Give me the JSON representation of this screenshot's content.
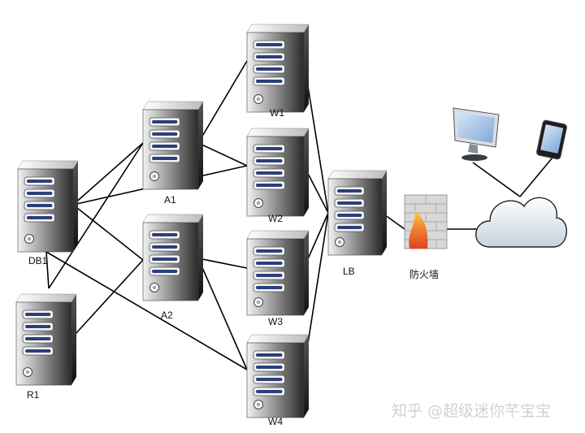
{
  "nodes": [
    {
      "id": "DB1",
      "label": "DB1",
      "type": "server"
    },
    {
      "id": "R1",
      "label": "R1",
      "type": "server"
    },
    {
      "id": "A1",
      "label": "A1",
      "type": "server"
    },
    {
      "id": "A2",
      "label": "A2",
      "type": "server"
    },
    {
      "id": "W1",
      "label": "W1",
      "type": "server"
    },
    {
      "id": "W2",
      "label": "W2",
      "type": "server"
    },
    {
      "id": "W3",
      "label": "W3",
      "type": "server"
    },
    {
      "id": "W4",
      "label": "W4",
      "type": "server"
    },
    {
      "id": "LB",
      "label": "LB",
      "type": "server"
    },
    {
      "id": "FW",
      "label": "防火墙",
      "type": "firewall"
    },
    {
      "id": "CLOUD",
      "label": "",
      "type": "cloud"
    },
    {
      "id": "MONITOR",
      "label": "",
      "type": "monitor"
    },
    {
      "id": "PHONE",
      "label": "",
      "type": "phone"
    }
  ],
  "edges": [
    [
      "DB1",
      "A1"
    ],
    [
      "DB1",
      "W2"
    ],
    [
      "DB1",
      "A2"
    ],
    [
      "DB1",
      "R1"
    ],
    [
      "DB1",
      "W4"
    ],
    [
      "R1",
      "A1"
    ],
    [
      "R1",
      "A2"
    ],
    [
      "A1",
      "W1"
    ],
    [
      "A1",
      "W2"
    ],
    [
      "A2",
      "W3"
    ],
    [
      "A2",
      "W4"
    ],
    [
      "W1",
      "LB"
    ],
    [
      "W2",
      "LB"
    ],
    [
      "W3",
      "LB"
    ],
    [
      "W4",
      "LB"
    ],
    [
      "LB",
      "FW"
    ],
    [
      "FW",
      "CLOUD"
    ],
    [
      "CLOUD",
      "MONITOR"
    ],
    [
      "CLOUD",
      "PHONE"
    ]
  ],
  "watermark": "知乎 @超级迷你芊宝宝",
  "colors": {
    "line": "#000000",
    "server_light": "#e4e4e4",
    "server_dark": "#2c2c2c",
    "stripe": "#2c3f7a",
    "cloud": "#e8ecf2",
    "flame": "#f07a26",
    "brick": "#d8d8d8"
  }
}
